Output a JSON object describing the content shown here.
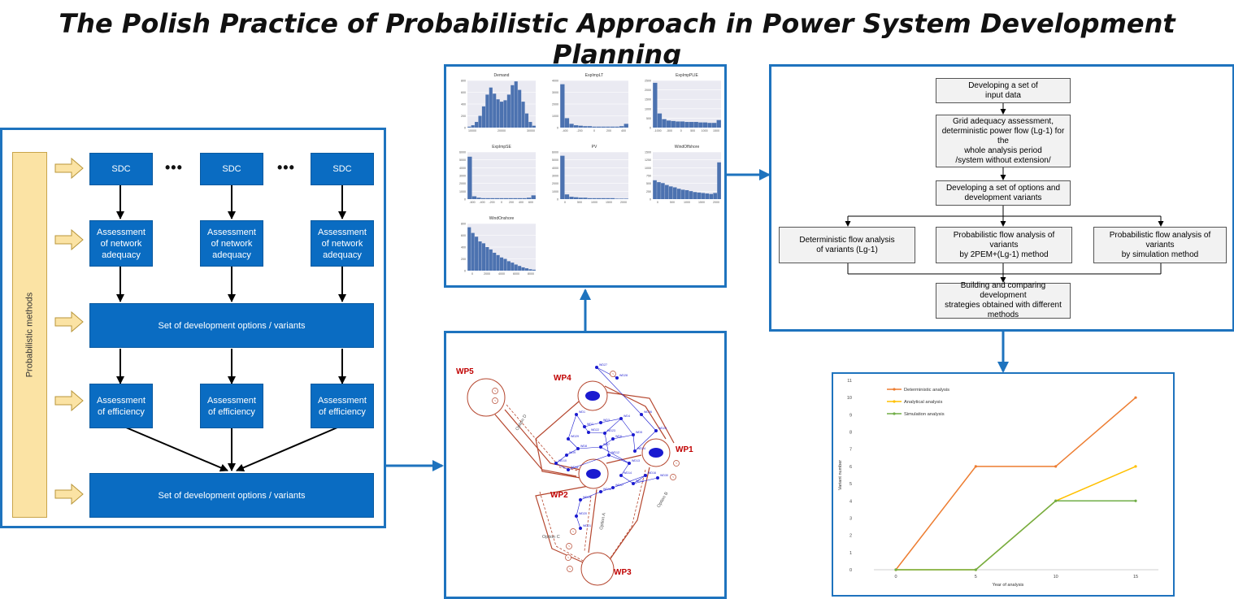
{
  "title": "The Polish Practice of Probabilistic Approach in Power System Development Planning",
  "left_panel": {
    "side_label": "Probabilistic methods",
    "sdc": [
      "SDC",
      "SDC",
      "SDC"
    ],
    "ellipsis": [
      "•••",
      "•••"
    ],
    "network_adequacy": [
      "Assessment of network adequacy",
      "Assessment of network adequacy",
      "Assessment of network adequacy"
    ],
    "set_options_1": "Set of development options / variants",
    "efficiency": [
      "Assessment of efficiency",
      "Assessment of efficiency",
      "Assessment of efficiency"
    ],
    "set_options_2": "Set of development options / variants"
  },
  "histograms": {
    "panels": [
      {
        "title": "Demand",
        "yticks": [
          "800",
          "600",
          "400",
          "200",
          "0"
        ],
        "xticks": [
          "10000",
          "20000",
          "30000"
        ],
        "bins": [
          2,
          5,
          12,
          25,
          45,
          70,
          85,
          72,
          60,
          55,
          58,
          70,
          90,
          98,
          80,
          55,
          30,
          12,
          4
        ]
      },
      {
        "title": "ExpImpLT",
        "yticks": [
          "4000",
          "3000",
          "2000",
          "1000",
          "0"
        ],
        "xticks": [
          "-400",
          "-200",
          "0",
          "200",
          "400"
        ],
        "bins": [
          92,
          20,
          8,
          5,
          4,
          3,
          3,
          2,
          2,
          2,
          2,
          2,
          2,
          3,
          8
        ]
      },
      {
        "title": "ExpImpPLIE",
        "yticks": [
          "2500",
          "2000",
          "1500",
          "1000",
          "500",
          "0"
        ],
        "xticks": [
          "-1000",
          "-500",
          "0",
          "500",
          "1000",
          "1500"
        ],
        "bins": [
          95,
          30,
          18,
          15,
          14,
          13,
          13,
          12,
          12,
          12,
          11,
          11,
          10,
          10,
          16
        ]
      },
      {
        "title": "ExpImpSE",
        "yticks": [
          "6000",
          "5000",
          "4000",
          "3000",
          "2000",
          "1000",
          "0"
        ],
        "xticks": [
          "-600",
          "-400",
          "-200",
          "0",
          "200",
          "400",
          "600"
        ],
        "bins": [
          90,
          6,
          3,
          2,
          2,
          2,
          2,
          2,
          2,
          2,
          2,
          2,
          2,
          3,
          8
        ]
      },
      {
        "title": "PV",
        "yticks": [
          "6000",
          "5000",
          "4000",
          "3000",
          "2000",
          "1000",
          "0"
        ],
        "xticks": [
          "0",
          "500",
          "1000",
          "1500",
          "2000"
        ],
        "bins": [
          92,
          10,
          5,
          4,
          3,
          3,
          2,
          2,
          2,
          2,
          2,
          2,
          1,
          1,
          1
        ]
      },
      {
        "title": "WindOffshore",
        "yticks": [
          "1500",
          "1250",
          "1000",
          "750",
          "500",
          "250",
          "0"
        ],
        "xticks": [
          "0",
          "500",
          "1000",
          "1500",
          "2000"
        ],
        "bins": [
          40,
          36,
          34,
          30,
          27,
          25,
          22,
          20,
          19,
          17,
          15,
          14,
          13,
          12,
          11,
          13,
          78
        ]
      },
      {
        "title": "WindOnshore",
        "yticks": [
          "800",
          "600",
          "400",
          "200",
          "0"
        ],
        "xticks": [
          "0",
          "2000",
          "4000",
          "6000",
          "8000"
        ],
        "bins": [
          92,
          80,
          72,
          62,
          58,
          50,
          45,
          38,
          33,
          28,
          25,
          20,
          17,
          13,
          10,
          7,
          5,
          3,
          2
        ]
      }
    ]
  },
  "network": {
    "areas": [
      "WP1",
      "WP2",
      "WP3",
      "WP4",
      "WP5"
    ],
    "options": [
      "Option A",
      "Option B",
      "Option C",
      "Option D"
    ],
    "nodes": [
      "WD1",
      "WD2",
      "WD3",
      "WD4",
      "WD5",
      "WD6",
      "WD7",
      "WD8",
      "WD9",
      "WD10",
      "WD11",
      "WD12",
      "WD13",
      "WD14",
      "WD15",
      "WD16",
      "WD17",
      "WD18",
      "WD19",
      "WD20",
      "WD21",
      "WD22",
      "WD23",
      "WD24",
      "WD25",
      "WD26",
      "WD27",
      "WD28",
      "WD29",
      "WD30"
    ]
  },
  "flowchart": {
    "step1": "Developing a set of\ninput data",
    "step2": "Grid adequacy assessment,\ndeterministic power flow (Lg-1) for the\nwhole analysis period\n/system without extension/",
    "step3": "Developing a set of options and\ndevelopment variants",
    "branch_left": "Deterministic flow analysis\nof variants (Lg-1)",
    "branch_mid": "Probabilistic flow analysis of variants\nby 2PEM+(Lg-1) method",
    "branch_right": "Probabilistic flow analysis of variants\nby simulation method",
    "step5": "Building and comparing development\nstrategies obtained with different\nmethods"
  },
  "chart_data": {
    "type": "line",
    "xlabel": "Year of analysis",
    "ylabel": "Variant number",
    "x": [
      0,
      5,
      10,
      15
    ],
    "ylim": [
      0,
      11
    ],
    "yticks": [
      0,
      1,
      2,
      3,
      4,
      5,
      6,
      7,
      8,
      9,
      10,
      11
    ],
    "legend_position": "top-left",
    "grid": false,
    "series": [
      {
        "name": "Deterministic analysis",
        "color": "#ed7d31",
        "values": [
          0,
          6,
          6,
          10
        ]
      },
      {
        "name": "Analytical analysis",
        "color": "#ffc000",
        "values": [
          0,
          0,
          4,
          6
        ]
      },
      {
        "name": "Simulation analysis",
        "color": "#70ad47",
        "values": [
          0,
          0,
          4,
          4
        ]
      }
    ]
  },
  "colors": {
    "accent_blue": "#1e73be",
    "box_blue": "#0a6cc2",
    "arrow_yellow": "#fbe3a4",
    "network_red": "#b5462e",
    "network_blue": "#1a1ad0"
  }
}
